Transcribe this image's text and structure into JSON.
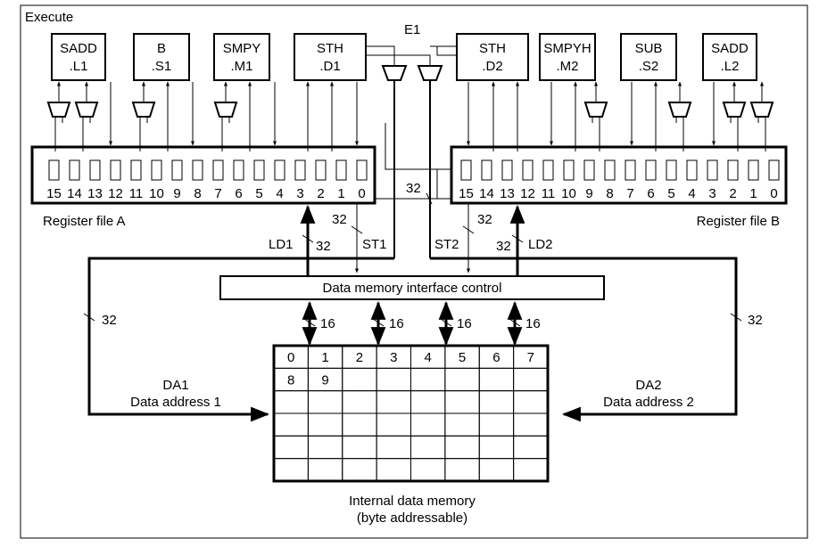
{
  "labels": {
    "execute": "Execute",
    "e1": "E1",
    "reg_file_a": "Register file A",
    "reg_file_b": "Register file B",
    "ld1": "LD1",
    "st1": "ST1",
    "st2": "ST2",
    "ld2": "LD2",
    "dmic": "Data memory interface control",
    "da1": "DA1",
    "da1_full": "Data address 1",
    "da2": "DA2",
    "da2_full": "Data address 2",
    "idm_line1": "Internal data memory",
    "idm_line2": "(byte addressable)"
  },
  "units": [
    {
      "line1": "SADD",
      "line2": ".L1"
    },
    {
      "line1": "B",
      "line2": ".S1"
    },
    {
      "line1": "SMPY",
      "line2": ".M1"
    },
    {
      "line1": "STH",
      "line2": ".D1"
    },
    {
      "line1": "STH",
      "line2": ".D2"
    },
    {
      "line1": "SMPYH",
      "line2": ".M2"
    },
    {
      "line1": "SUB",
      "line2": ".S2"
    },
    {
      "line1": "SADD",
      "line2": ".L2"
    }
  ],
  "register_numbers": [
    "15",
    "14",
    "13",
    "12",
    "11",
    "10",
    "9",
    "8",
    "7",
    "6",
    "5",
    "4",
    "3",
    "2",
    "1",
    "0"
  ],
  "bus_widths": {
    "e1_bus": "32",
    "st1": "32",
    "ld1": "32",
    "st2": "32",
    "ld2": "32",
    "left_addr": "32",
    "right_addr": "32",
    "mem_port": "16"
  },
  "memory": {
    "header": [
      "0",
      "1",
      "2",
      "3",
      "4",
      "5",
      "6",
      "7"
    ],
    "row1": [
      "8",
      "9",
      "",
      "",
      "",
      "",
      "",
      ""
    ]
  }
}
